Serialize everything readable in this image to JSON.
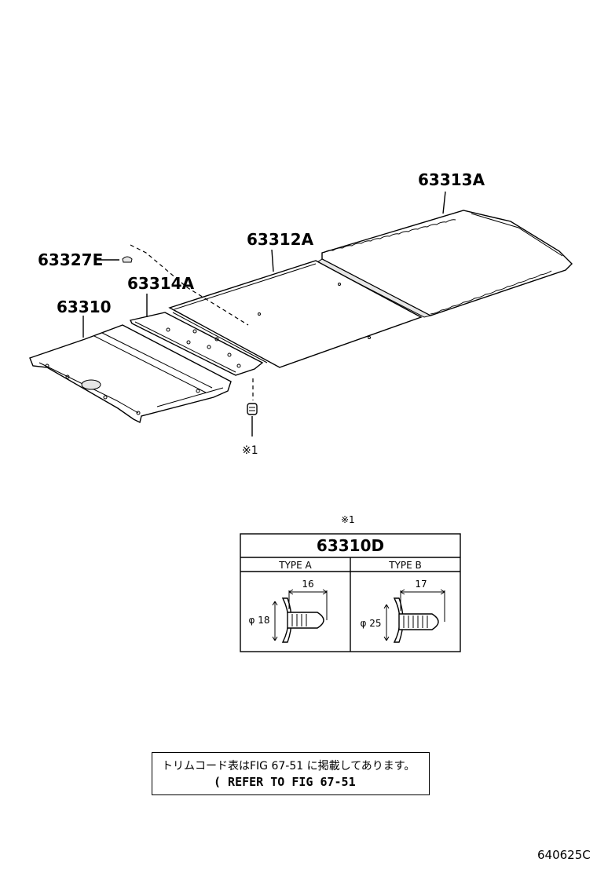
{
  "parts": {
    "p63313A": "63313A",
    "p63312A": "63312A",
    "p63327E": "63327E",
    "p63314A": "63314A",
    "p63310": "63310",
    "ref_mark": "※1"
  },
  "detail": {
    "ref_mark": "※1",
    "title": "63310D",
    "type_a": {
      "label": "TYPE A",
      "length": "16",
      "diameter": "φ 18"
    },
    "type_b": {
      "label": "TYPE B",
      "length": "17",
      "diameter": "φ 25"
    }
  },
  "note": {
    "japanese": "トリムコード表はFIG  67-51  に掲載してあります。",
    "english": "( REFER TO FIG 67-51"
  },
  "figure_code": "640625C"
}
